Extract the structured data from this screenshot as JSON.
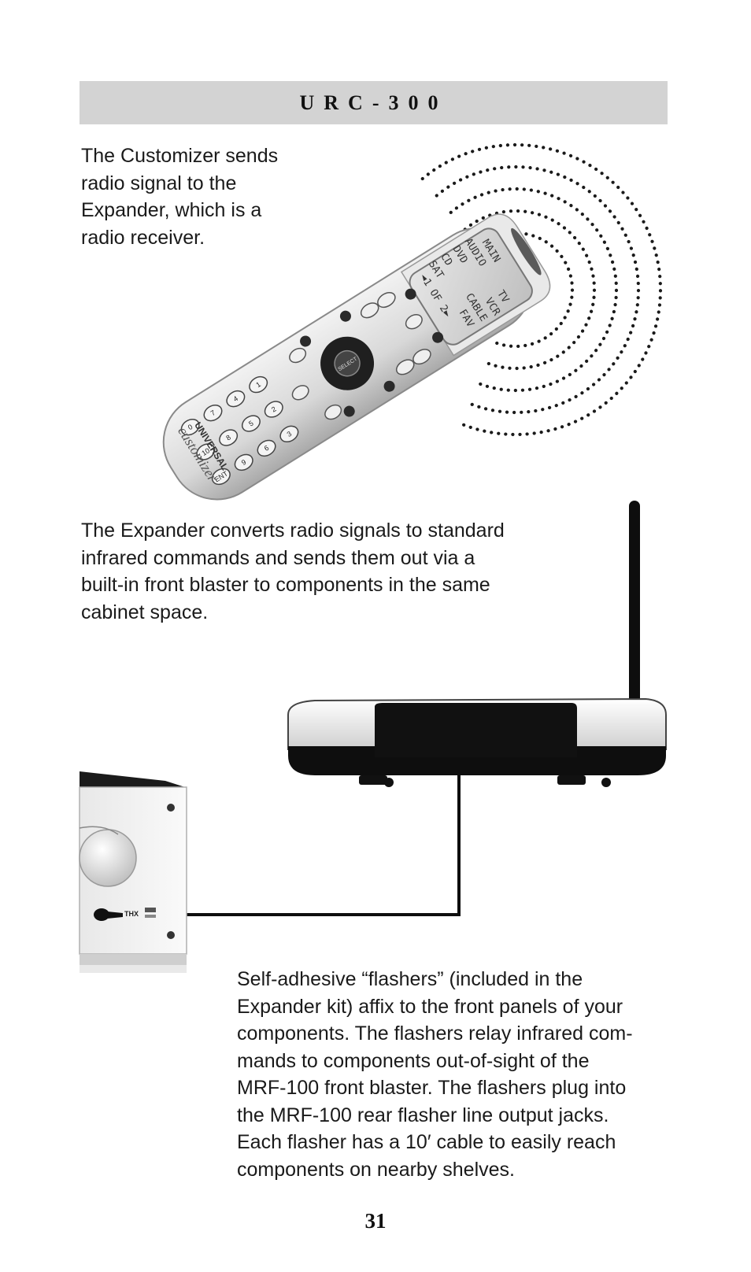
{
  "header": {
    "title": "URC-300"
  },
  "paragraphs": {
    "customizer": [
      "The Customizer sends",
      "radio signal to the",
      "Expander, which is a",
      "radio receiver."
    ],
    "expander": [
      "The Expander converts radio signals to standard",
      "infrared commands and sends them out via a",
      "built-in front blaster to components in the same",
      "cabinet space."
    ],
    "flashers": [
      "Self-adhesive “flashers” (included in the",
      "Expander kit) affix to the front panels of your",
      "components. The flashers relay infrared com-",
      "mands to components out-of-sight of the",
      "MRF-100 front blaster. The flashers plug into",
      "the MRF-100 rear flasher line output jacks.",
      "Each flasher has a 10′ cable to easily reach",
      "components on nearby shelves."
    ]
  },
  "remote": {
    "lcd": {
      "row1": [
        "MAIN"
      ],
      "row2": [
        "AUDIO",
        "TV"
      ],
      "row3": [
        "DVD",
        "VCR"
      ],
      "row4": [
        "CD",
        "CABLE"
      ],
      "row5": [
        "SAT",
        "FAV"
      ],
      "row6": [
        "◄1 OF 2►"
      ]
    },
    "select_label": "SELECT",
    "brand": "UNIVERSAL",
    "model_script": "customizer",
    "numpad": [
      "1",
      "2",
      "3",
      "4",
      "5",
      "6",
      "7",
      "8",
      "9",
      "0",
      "10",
      "ENT"
    ]
  },
  "component": {
    "label": "THX"
  },
  "page_number": "31",
  "colors": {
    "header_bg": "#d3d3d3",
    "signal_dots": "#1a1a1a",
    "device_black": "#0e0e0e"
  }
}
